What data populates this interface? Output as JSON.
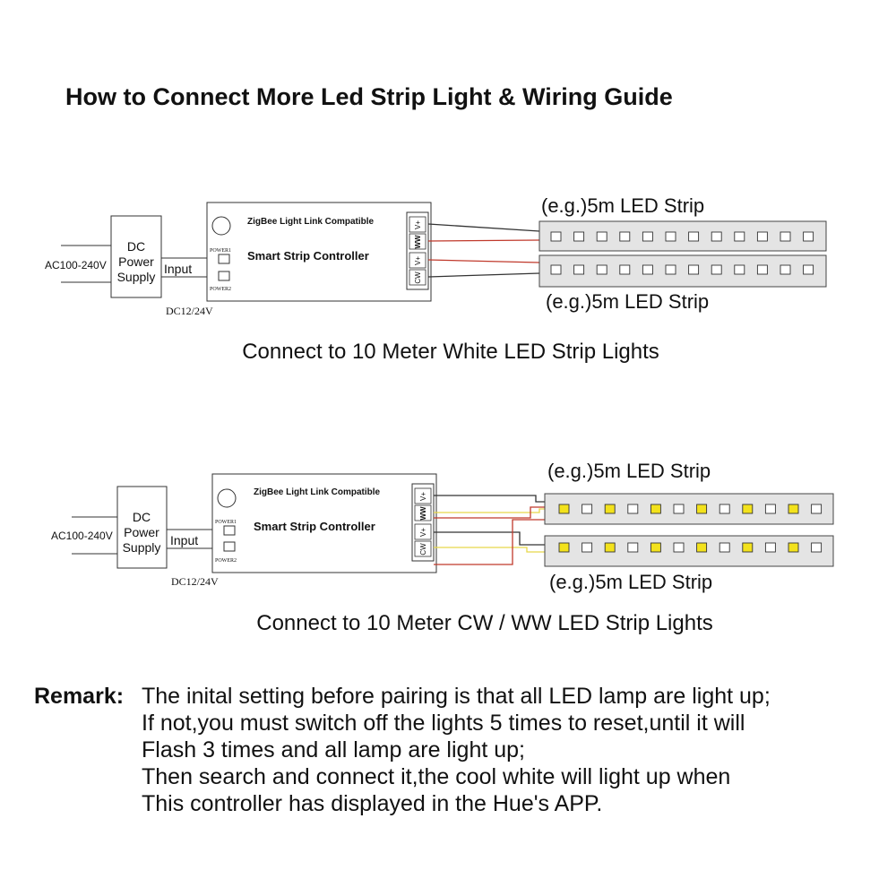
{
  "title": "How to Connect More Led Strip Light & Wiring Guide",
  "colors": {
    "line": "#333333",
    "wire_red": "#c0392b",
    "wire_yellow": "#e8d84a",
    "strip_bg": "#e4e4e4",
    "led_warm": "#f3e21c"
  },
  "diagram1": {
    "ac_label": "AC100-240V",
    "power_supply": [
      "DC",
      "Power",
      "Supply"
    ],
    "input_label": "Input",
    "dc_label": "DC12/24V",
    "controller": {
      "compat": "ZigBee Light Link Compatible",
      "name": "Smart Strip Controller",
      "power1": "POWER1",
      "power2": "POWER2",
      "terminals": [
        "V+",
        "WW",
        "V+",
        "CW"
      ]
    },
    "strip_top_label": "(e.g.)5m LED Strip",
    "strip_bottom_label": "(e.g.)5m LED Strip",
    "caption": "Connect to 10 Meter White LED Strip Lights"
  },
  "diagram2": {
    "ac_label": "AC100-240V",
    "power_supply": [
      "DC",
      "Power",
      "Supply"
    ],
    "input_label": "Input",
    "dc_label": "DC12/24V",
    "controller": {
      "compat": "ZigBee Light Link Compatible",
      "name": "Smart Strip Controller",
      "power1": "POWER1",
      "power2": "POWER2",
      "terminals": [
        "V+",
        "WW",
        "V+",
        "CW"
      ]
    },
    "strip_top_label": "(e.g.)5m LED Strip",
    "strip_bottom_label": "(e.g.)5m LED Strip",
    "caption": "Connect to 10 Meter CW / WW LED Strip Lights"
  },
  "remark": {
    "label": "Remark:",
    "lines": [
      "The inital setting before pairing is that all LED lamp are light up;",
      "If not,you must switch off the lights 5 times to reset,until it will",
      "Flash 3 times and all lamp are light up;",
      "Then search and connect it,the cool white will light up when",
      "This controller has displayed in the Hue's APP."
    ]
  }
}
